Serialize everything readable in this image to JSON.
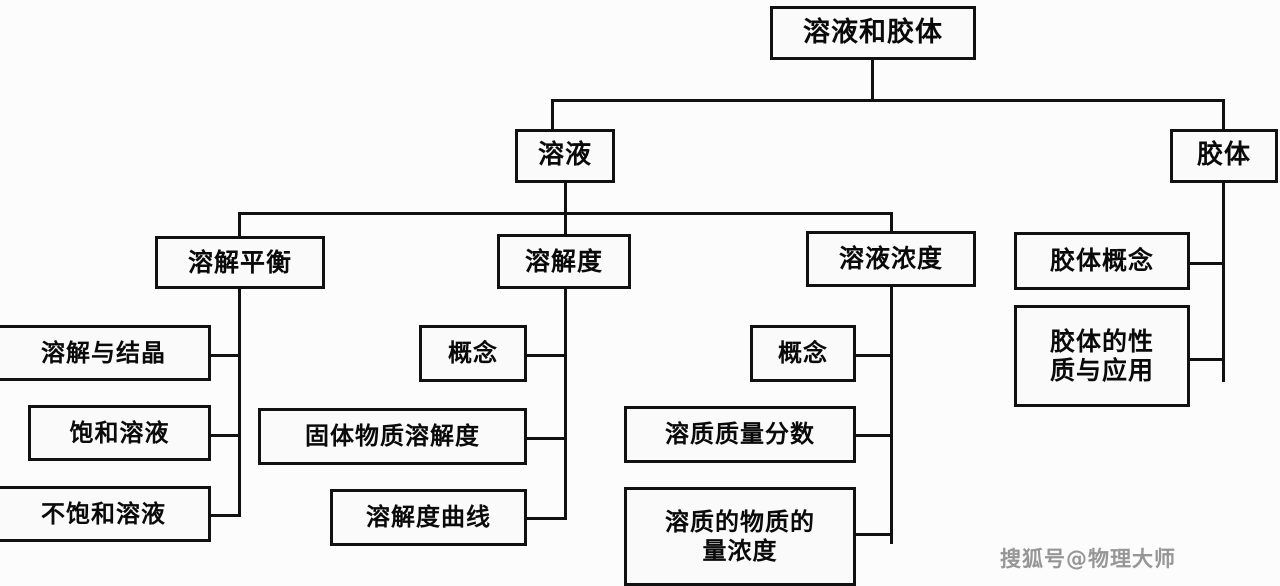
{
  "diagram": {
    "type": "hierarchy-tree",
    "title": "溶液和胶体",
    "watermark": "搜狐号@物理大师",
    "colors": {
      "border": "#111111",
      "box_fill": "#fafafa",
      "text": "#0a0a0a",
      "background": "#fcfcfc",
      "watermark": "#6f6f6f"
    },
    "nodes": {
      "root": {
        "label": "溶液和胶体"
      },
      "level2": [
        {
          "label": "溶液"
        },
        {
          "label": "胶体"
        }
      ],
      "level3_solution": [
        {
          "label": "溶解平衡"
        },
        {
          "label": "溶解度"
        },
        {
          "label": "溶液浓度"
        }
      ],
      "level3_colloid": [
        {
          "label": "胶体概念"
        },
        {
          "label_line1": "胶体的性",
          "label_line2": "质与应用"
        }
      ],
      "leaves_dissolution_equilibrium": [
        {
          "label": "溶解与结晶"
        },
        {
          "label": "饱和溶液"
        },
        {
          "label": "不饱和溶液"
        }
      ],
      "leaves_solubility": [
        {
          "label": "概念"
        },
        {
          "label": "固体物质溶解度"
        },
        {
          "label": "溶解度曲线"
        }
      ],
      "leaves_concentration": [
        {
          "label": "概念"
        },
        {
          "label": "溶质质量分数"
        },
        {
          "label_line1": "溶质的物质的",
          "label_line2": "量浓度"
        }
      ]
    }
  }
}
